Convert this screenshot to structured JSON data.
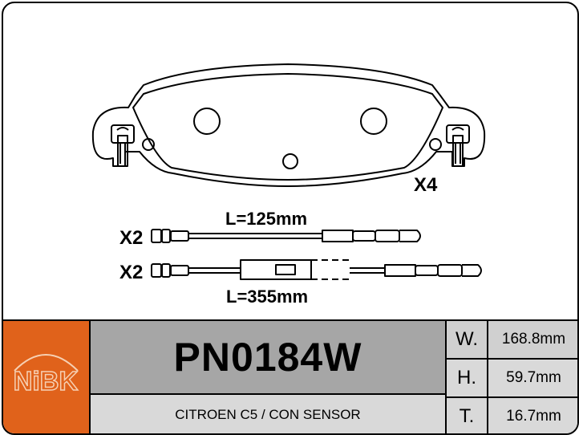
{
  "diagram": {
    "pad_quantity": "X4",
    "sensor_1": {
      "quantity": "X2",
      "length_label": "L=125mm"
    },
    "sensor_2": {
      "quantity": "X2",
      "length_label": "L=355mm"
    }
  },
  "footer": {
    "logo_text": "NiBK",
    "part_number": "PN0184W",
    "description": "CITROEN C5 / CON SENSOR",
    "dimensions": [
      {
        "label": "W.",
        "value": "168.8mm"
      },
      {
        "label": "H.",
        "value": "59.7mm"
      },
      {
        "label": "T.",
        "value": "16.7mm"
      }
    ]
  },
  "colors": {
    "logo_bg": "#e0621b",
    "part_bg": "#a6a6a6",
    "cell_bg": "#d9d9d9"
  }
}
